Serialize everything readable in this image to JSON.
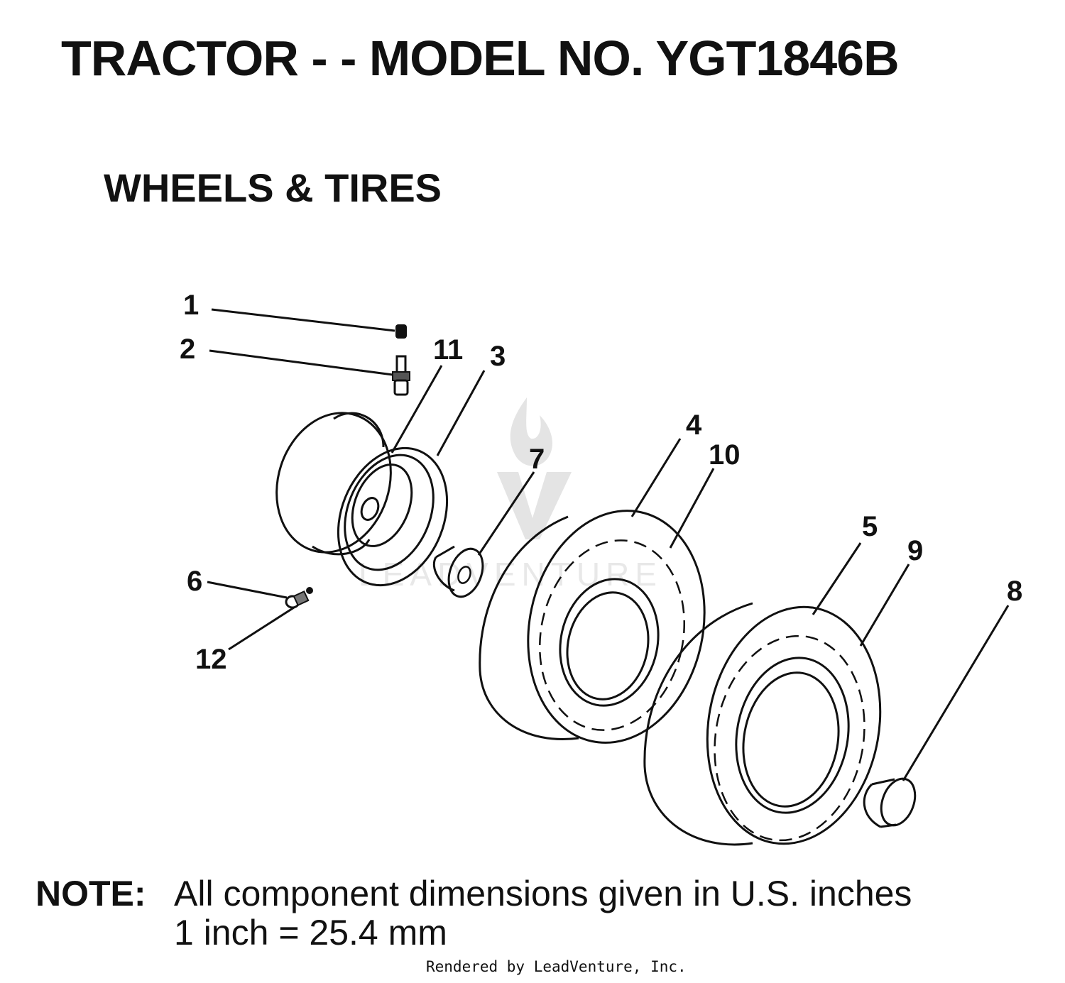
{
  "title": "TRACTOR - - MODEL NO. YGT1846B",
  "subtitle": "WHEELS & TIRES",
  "callouts": {
    "c1": "1",
    "c2": "2",
    "c3": "3",
    "c4": "4",
    "c5": "5",
    "c6": "6",
    "c7": "7",
    "c8": "8",
    "c9": "9",
    "c10": "10",
    "c11": "11",
    "c12": "12"
  },
  "watermark": "LEADVENTURE",
  "note": {
    "label": "NOTE:",
    "text": "All component dimensions given in U.S. inches",
    "conversion": "1 inch = 25.4 mm"
  },
  "footer": "Rendered by LeadVenture, Inc."
}
